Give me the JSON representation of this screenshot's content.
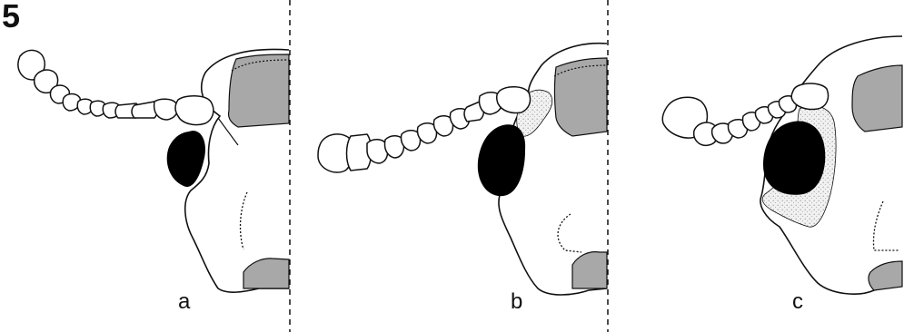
{
  "figure": {
    "number": "5",
    "panels": [
      {
        "label": "a"
      },
      {
        "label": "b"
      },
      {
        "label": "c"
      }
    ]
  },
  "colors": {
    "ink": "#111111",
    "gray_fill": "#a8a8a8",
    "black_fill": "#000000",
    "stipple_fill": "#e6e6e6"
  }
}
